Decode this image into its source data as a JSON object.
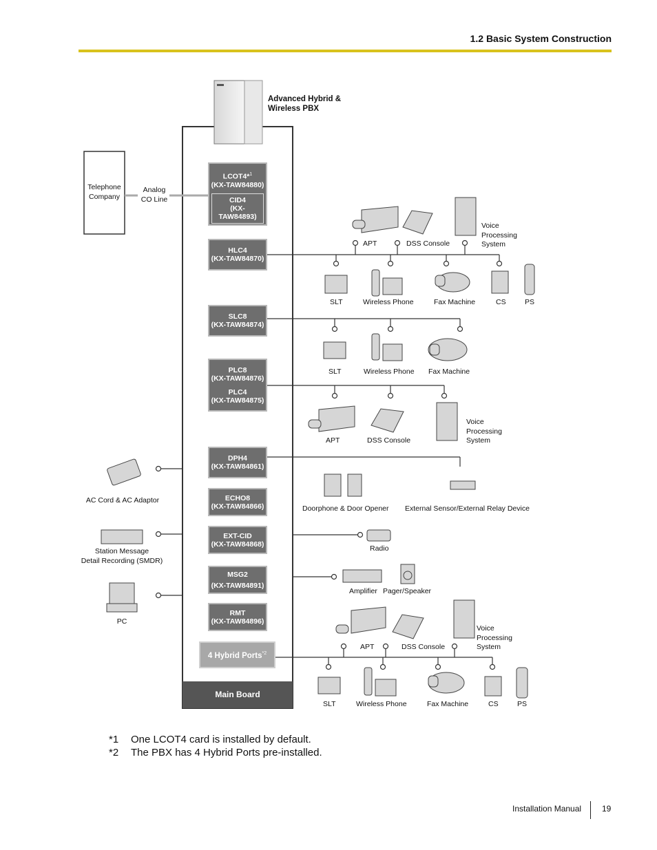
{
  "header": {
    "section_title": "1.2 Basic System Construction"
  },
  "pbx_label": "Advanced Hybrid &\nWireless PBX",
  "telephone_company": "Telephone\nCompany",
  "analog_co_line": "Analog\nCO Line",
  "cards": {
    "lcot4": {
      "name": "LCOT4*",
      "sup": "1",
      "model": "(KX-TAW84880)"
    },
    "cid4": {
      "name": "CID4",
      "model": "(KX-TAW84893)"
    },
    "hlc4": {
      "name": "HLC4",
      "model": "(KX-TAW84870)"
    },
    "slc8": {
      "name": "SLC8",
      "model": "(KX-TAW84874)"
    },
    "plc8": {
      "name": "PLC8",
      "model": "(KX-TAW84876)"
    },
    "plc4": {
      "name": "PLC4",
      "model": "(KX-TAW84875)"
    },
    "dph4": {
      "name": "DPH4",
      "model": "(KX-TAW84861)"
    },
    "echo8": {
      "name": "ECHO8",
      "model": "(KX-TAW84866)"
    },
    "extcid": {
      "name": "EXT-CID",
      "model": "(KX-TAW84868)"
    },
    "msg2": {
      "name": "MSG2",
      "model": "(KX-TAW84891)"
    },
    "rmt": {
      "name": "RMT",
      "model": "(KX-TAW84896)"
    },
    "hybrid": {
      "name": "4 Hybrid Ports",
      "sup": "*2"
    },
    "main_board": "Main Board"
  },
  "left_devices": {
    "ac": "AC Cord & AC Adaptor",
    "smdr": "Station Message\nDetail Recording (SMDR)",
    "pc": "PC"
  },
  "labels": {
    "apt": "APT",
    "dss": "DSS Console",
    "vps": "Voice\nProcessing\nSystem",
    "slt": "SLT",
    "wireless": "Wireless Phone",
    "fax": "Fax Machine",
    "cs": "CS",
    "ps": "PS",
    "doorphone": "Doorphone & Door Opener",
    "sensor": "External Sensor/External Relay Device",
    "radio": "Radio",
    "amplifier": "Amplifier",
    "pager": "Pager/Speaker"
  },
  "notes": [
    {
      "mark": "*1",
      "text": "One LCOT4 card is installed by default."
    },
    {
      "mark": "*2",
      "text": "The PBX has 4 Hybrid Ports pre-installed."
    }
  ],
  "footer": {
    "manual": "Installation Manual",
    "page": "19"
  }
}
